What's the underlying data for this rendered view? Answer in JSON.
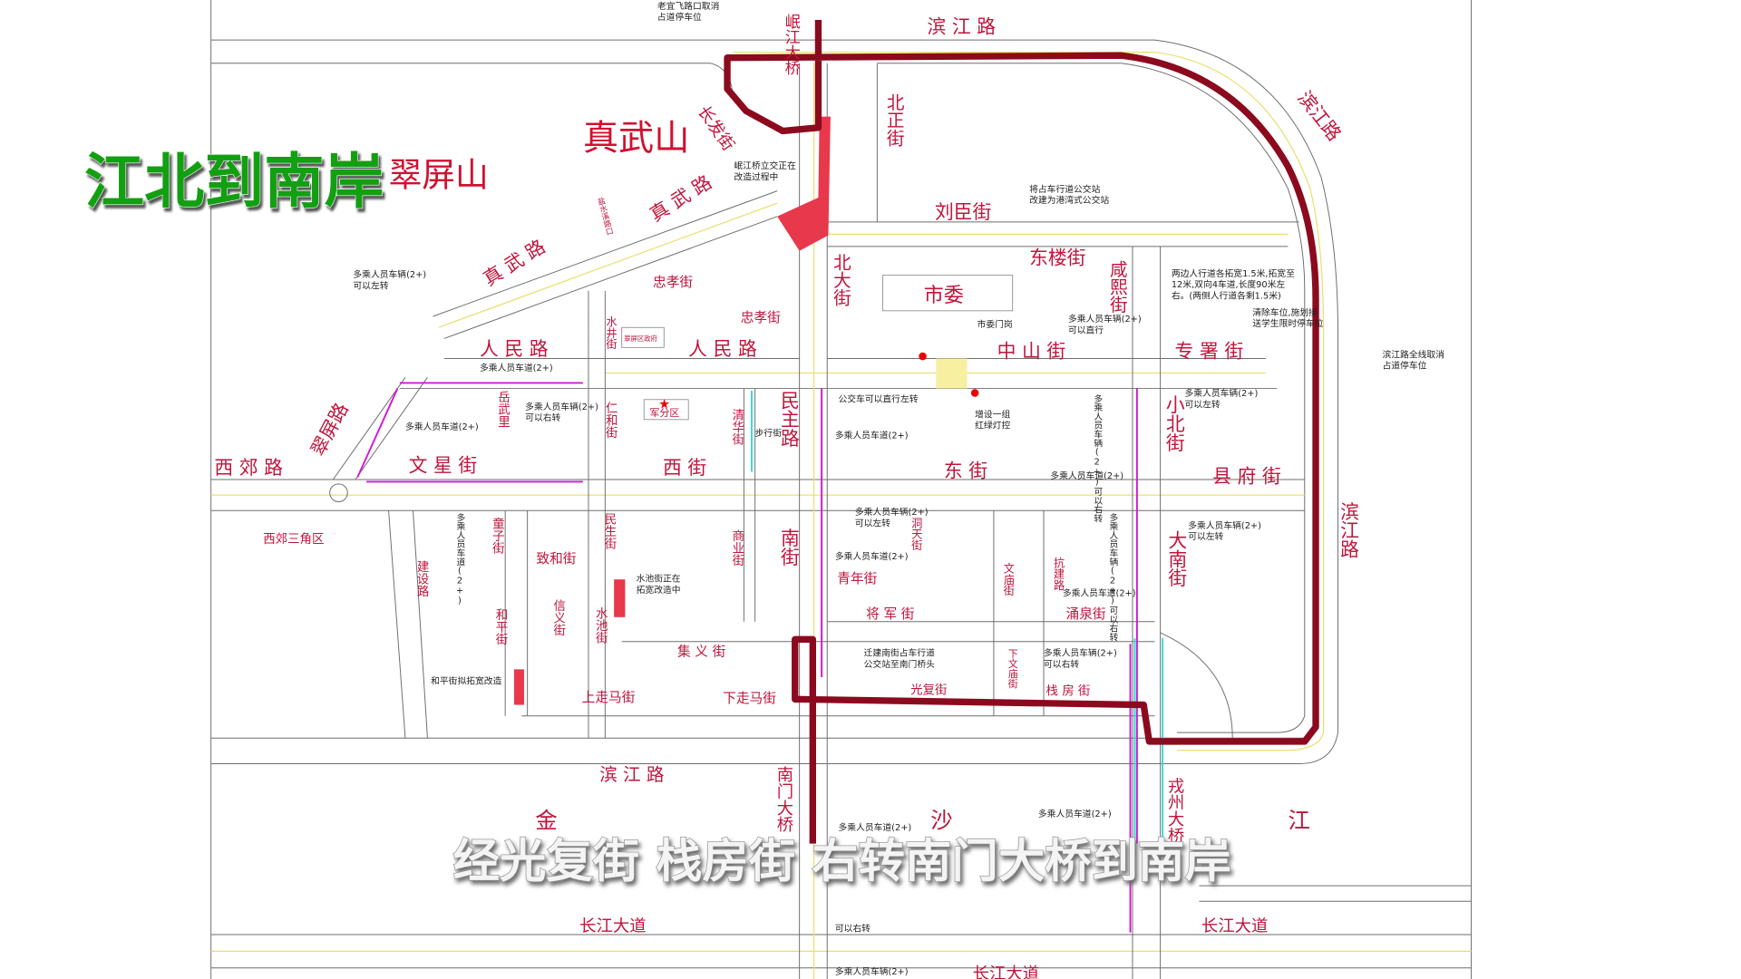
{
  "title": "江北到南岸",
  "caption": "经光复街 栈房街 右转南门大桥到南岸",
  "colors": {
    "route": "#8b0a1e",
    "street_label": "#c0143c",
    "title": "#12a012",
    "hov_lane": "#d21ad2",
    "widening": "#e8384c"
  },
  "landmarks": {
    "cuipingshan": "翠屏山",
    "zhenwushan": "真武山",
    "shiwei": "市委",
    "junfenqu": "军分区",
    "district_gov": "翠屏区政府",
    "xijiao_triangle": "西郊三角区",
    "jin": "金",
    "sha": "沙",
    "jiang": "江",
    "buxingjie": "步行街"
  },
  "streets": {
    "binjiang_top": "滨 江 路",
    "minjiang_bridge": "岷江大桥",
    "changfa": "长发街",
    "beizheng": "北正街",
    "liuchen": "刘臣街",
    "zhenwu_1": "真 武 路",
    "zhenwu_2": "真 武 路",
    "yanshuixi": "盐水溪路口",
    "zhongxiao_1": "忠孝街",
    "zhongxiao_2": "忠孝街",
    "donglou": "东楼街",
    "beida": "北大街",
    "xianxi": "咸熙街",
    "renmin_1": "人 民 路",
    "renmin_2": "人 民 路",
    "zhongshan": "中 山 街",
    "zhuanshu": "专 署 街",
    "cuiping_road": "翠屏路",
    "xijiao": "西 郊 路",
    "wenxing": "文 星 街",
    "xijie": "西  街",
    "dongjie": "东  街",
    "minzhu": "民主路",
    "xiaobei": "小北街",
    "xianfu": "县 府 街",
    "nanjie": "南街",
    "danan": "大南街",
    "binjiang_right": "滨江路",
    "binjiang_ne": "滨江路",
    "shuijing": "水井街",
    "yuewuli": "岳武里",
    "renhe": "仁和街",
    "qinghua": "清华街",
    "tongzi": "童子街",
    "jianshe": "建设路",
    "heping": "和平街",
    "zhihe": "致和街",
    "minsheng": "民生街",
    "xinyi": "信义街",
    "shuichi": "水池街",
    "shangye": "商业街",
    "jiyi": "集 义 街",
    "shangzouma": "上走马街",
    "xiazouma": "下走马街",
    "qingnian": "青年街",
    "jiangjun": "将 军 街",
    "yongquan": "涌泉街",
    "guangfu": "光复街",
    "zhanfang": "栈 房 街",
    "wenmiao": "文庙街",
    "xiawenmiao": "下文庙街",
    "kangjian": "抗建路",
    "dongtian": "洞天街",
    "binjiang_bottom": "滨 江 路",
    "nanmen_bridge": "南门大桥",
    "rongzhou_bridge": "戎州大桥",
    "changjiang_1": "长江大道",
    "changjiang_2": "长江大道",
    "changjiang_3": "长江大道"
  },
  "annotations": {
    "a1": [
      "老宜飞路口取消",
      "占道停车位"
    ],
    "a2": [
      "岷江桥立交正在",
      "改造过程中"
    ],
    "a3": [
      "将占车行道公交站",
      "改建为港湾式公交站"
    ],
    "a4": [
      "多乘人员车辆(2+)",
      "可以左转"
    ],
    "a5": [
      "两边人行道各拓宽1.5米,拓宽至",
      "12米,双向4车道,长度90米左",
      "右。(两侧人行道各剩1.5米)"
    ],
    "a6": [
      "清除车位,施划接",
      "送学生限时停车位"
    ],
    "a7": "市委门岗",
    "a8": [
      "多乘人员车辆(2+)",
      "可以直行"
    ],
    "a9": [
      "滨江路全线取消",
      "占道停车位"
    ],
    "a10": "多乘人员车道(2+)",
    "a11": [
      "多乘人员车辆(2+)",
      "可以左转"
    ],
    "a12": "公交车可以直行左转",
    "a13": [
      "增设一组",
      "红绿灯控"
    ],
    "a14": [
      "多乘人员车辆(2+)",
      "可以右转"
    ],
    "a15": "多乘人员车道(2+)",
    "a16": "多乘人员车道(2+)",
    "a17": "多乘人员车道(2+)",
    "a18": [
      "多乘人员车辆(2+)",
      "可以左转"
    ],
    "a19": [
      "多乘人员车辆(2+)",
      "可以左转"
    ],
    "a20": "多乘人员车道(2+)",
    "a21": [
      "水池街正在",
      "拓宽改造中"
    ],
    "a22": "多乘人员车道(2+)",
    "a23": [
      "迁建南街占车行道",
      "公交站至南门桥头"
    ],
    "a24": [
      "多乘人员车辆(2+)",
      "可以右转"
    ],
    "a25": "和平街拟拓宽改造",
    "a26": "多乘人员车道(2+)",
    "a27": "多乘人员车道(2+)",
    "a28": "可以右转",
    "a29": "多乘人员车辆(2+)",
    "a30": "多乘人员车道(2+)",
    "a31": "多乘人员车辆(2+)可以右转",
    "a32": "多乘人员车辆(2+)可以右转"
  }
}
